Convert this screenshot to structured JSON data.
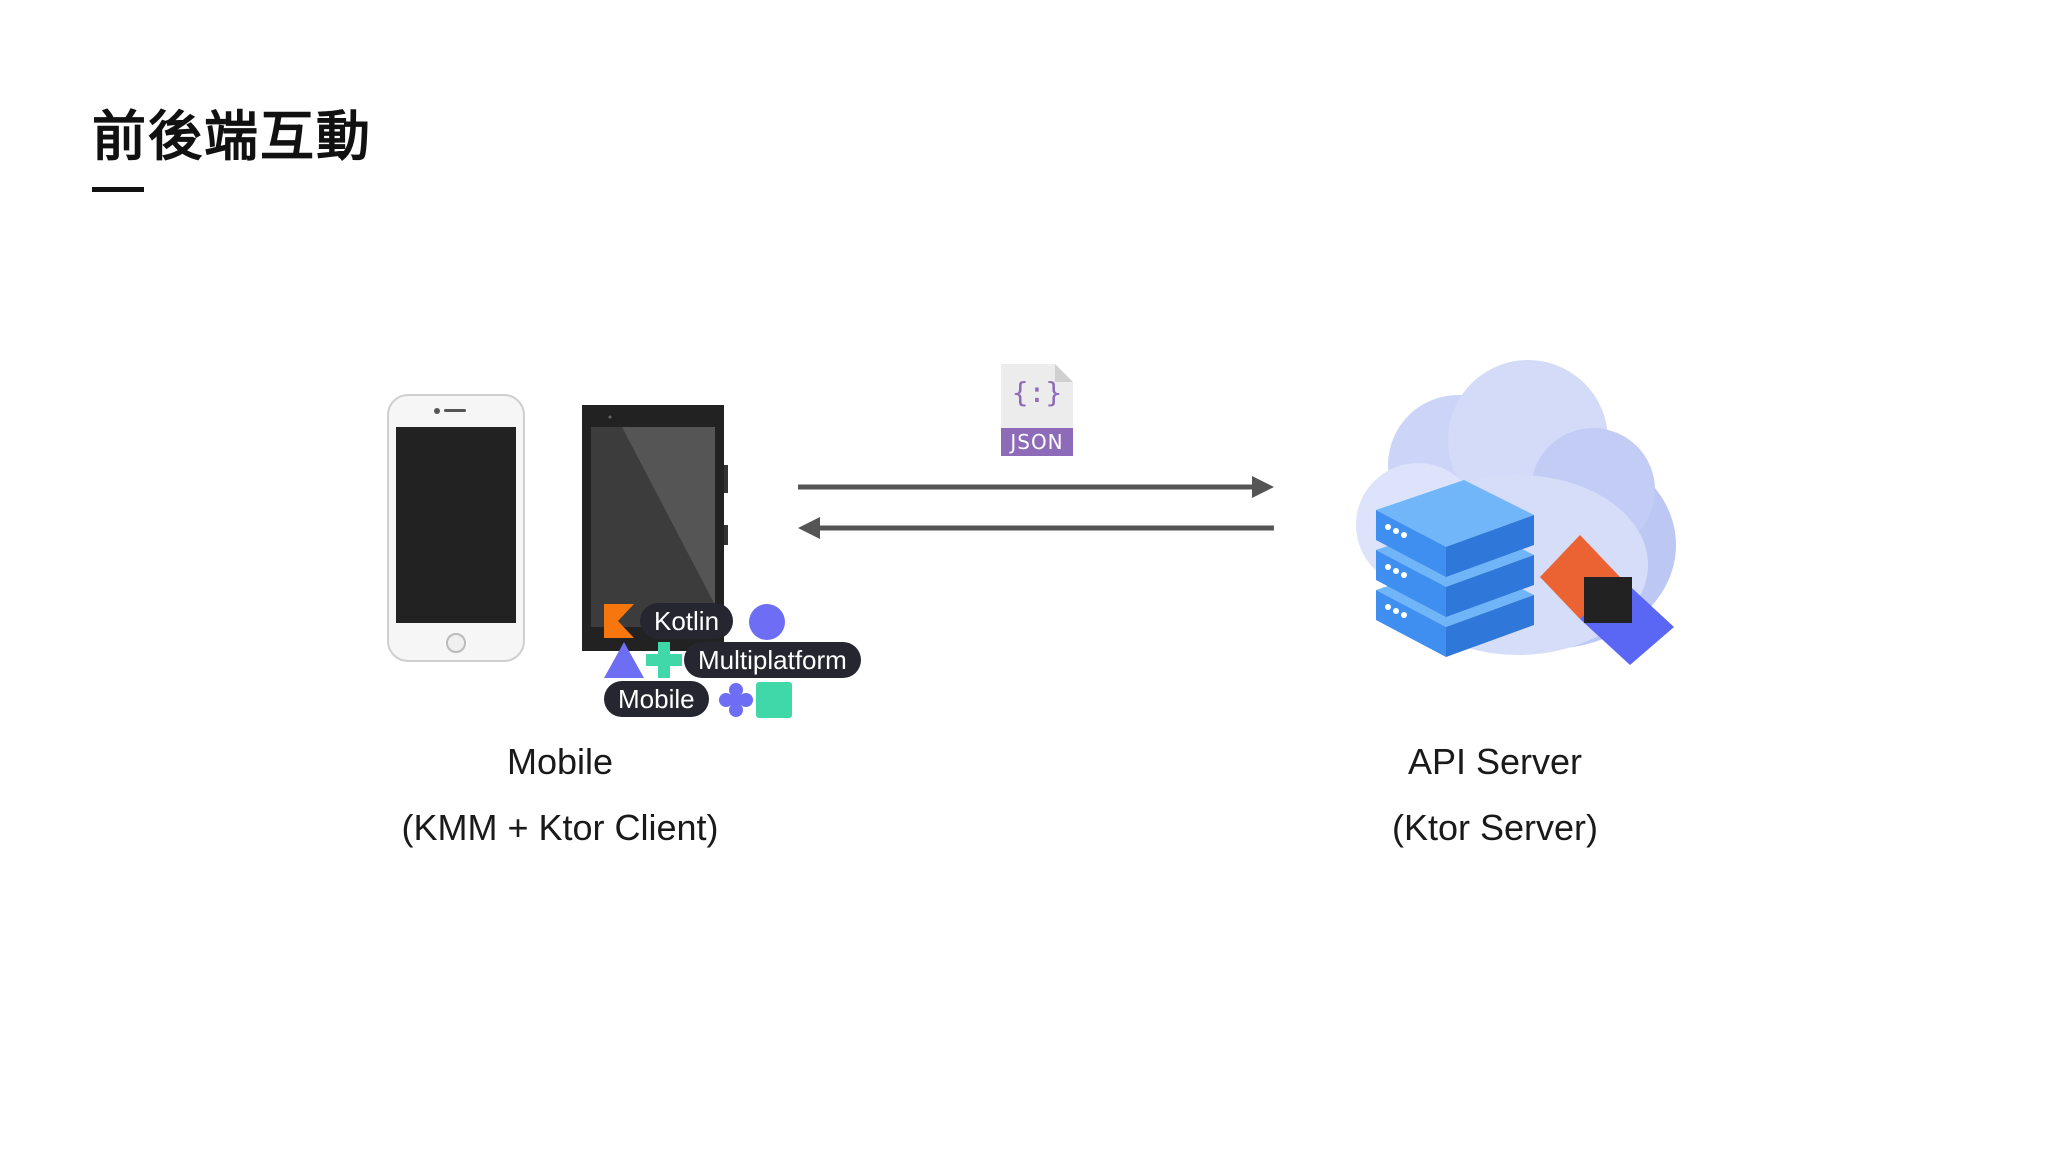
{
  "slide": {
    "title": "前後端互動"
  },
  "mobile": {
    "label": "Mobile",
    "sublabel": "(KMM + Ktor Client)",
    "badge": {
      "line1": "Kotlin",
      "line2": "Multiplatform",
      "line3": "Mobile"
    }
  },
  "server": {
    "label": "API Server",
    "sublabel": "(Ktor Server)"
  },
  "json_icon": {
    "text": "JSON",
    "glyph": "{:}"
  },
  "colors": {
    "arrow": "#555555",
    "json_purple": "#8e6bb8",
    "kotlin_orange": "#f7760d",
    "kmm_purple": "#6e6ef5",
    "kmm_green": "#40d8a8",
    "server_blue": "#5aa6f5",
    "cloud": "#c9d3f7",
    "ktor_orange": "#ec6333",
    "ktor_blue": "#5a67f5"
  }
}
